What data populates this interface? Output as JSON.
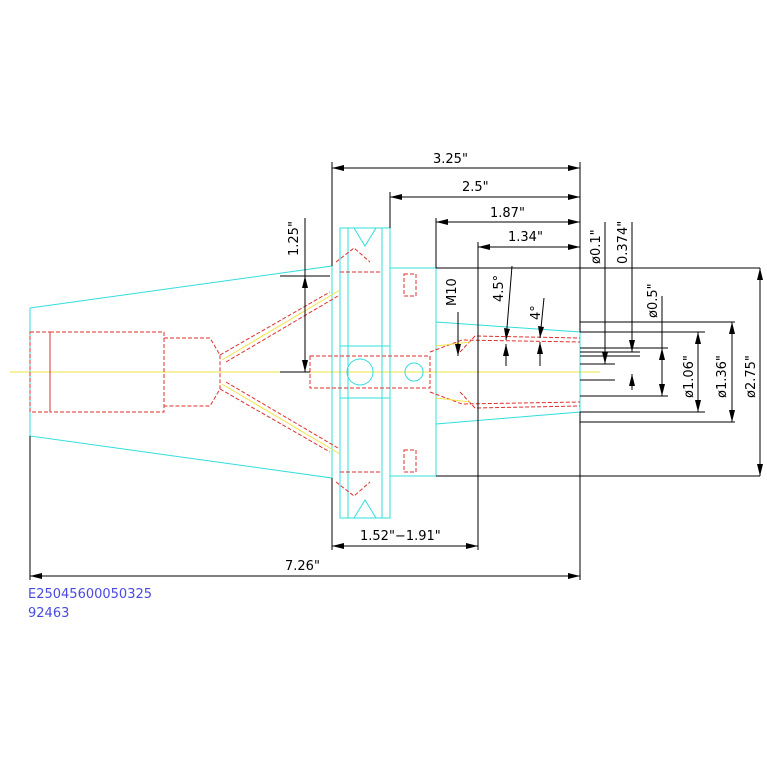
{
  "colors": {
    "outline": "#33dddd",
    "hidden_lines": "#e03030",
    "centerline": "#f2e34a",
    "dimensions": "#000000",
    "part_code": "#4a4ae0"
  },
  "dimensions": {
    "len_325": "3.25\"",
    "len_25": "2.5\"",
    "len_187": "1.87\"",
    "len_134": "1.34\"",
    "height_125": "1.25\"",
    "thread": "M10",
    "angle_45": "4.5°",
    "angle_4": "4°",
    "dia_01": "ø0.1\"",
    "dia_0374": "0.374\"",
    "dia_05": "ø0.5\"",
    "dia_106": "ø1.06\"",
    "dia_136": "ø1.36\"",
    "dia_275": "ø2.75\"",
    "range_152_191": "1.52\"−1.91\"",
    "len_726": "7.26\""
  },
  "part": {
    "code": "E25045600050325",
    "number": "92463"
  }
}
